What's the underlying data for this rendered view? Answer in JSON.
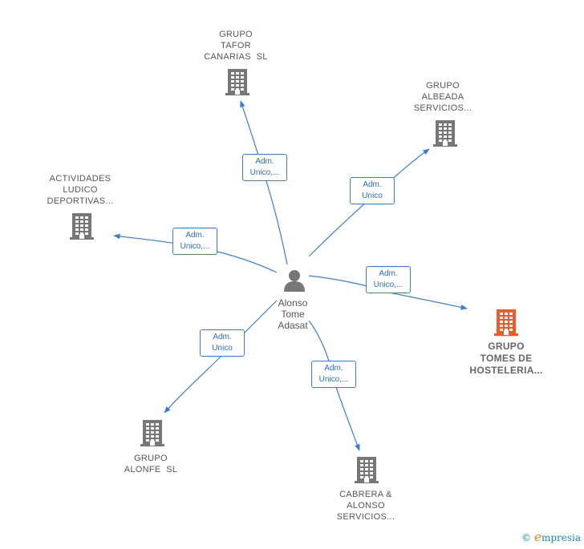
{
  "center": {
    "name": "Alonso\nTome\nAdasat",
    "icon": "person-icon"
  },
  "nodes": [
    {
      "id": "tafor",
      "name": "GRUPO\nTAFOR\nCANARIAS  SL",
      "role": "Adm.\nUnico,...",
      "color": "#777777"
    },
    {
      "id": "albeada",
      "name": "GRUPO\nALBEADA\nSERVICIOS...",
      "role": "Adm.\nUnico",
      "color": "#777777"
    },
    {
      "id": "actividades",
      "name": "ACTIVIDADES\nLUDICO\nDEPORTIVAS...",
      "role": "Adm.\nUnico,...",
      "color": "#777777"
    },
    {
      "id": "tomes",
      "name": "GRUPO\nTOMES DE\nHOSTELERIA...",
      "role": "Adm.\nUnico,...",
      "color": "#f05a28"
    },
    {
      "id": "alonfe",
      "name": "GRUPO\nALONFE  SL",
      "role": "Adm.\nUnico",
      "color": "#777777"
    },
    {
      "id": "cabrera",
      "name": "CABRERA &\nALONSO\nSERVICIOS...",
      "role": "Adm.\nUnico,...",
      "color": "#777777"
    }
  ],
  "colors": {
    "edge": "#3a7dd6",
    "building": "#777777",
    "highlight": "#f05a28"
  },
  "footer": {
    "copyright": "©",
    "brand_initial": "e",
    "brand_rest": "mpresia"
  }
}
